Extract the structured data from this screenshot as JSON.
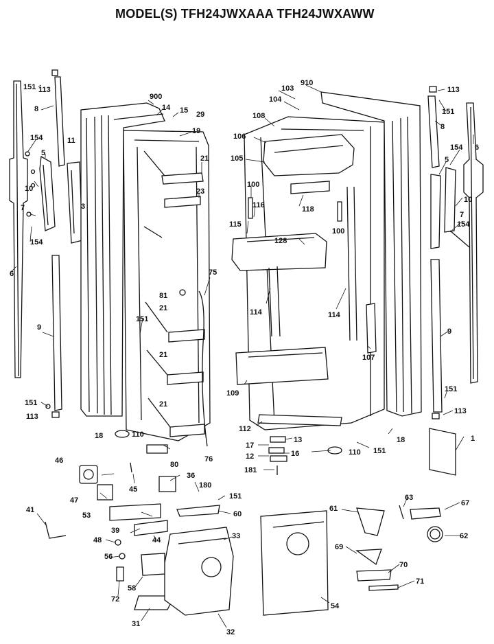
{
  "title": "MODEL(S) TFH24JWXAAA  TFH24JWXAWW",
  "callouts": [
    "151",
    "113",
    "8",
    "154",
    "5",
    "11",
    "10",
    "3",
    "7",
    "154",
    "6",
    "9",
    "151",
    "113",
    "900",
    "14",
    "15",
    "29",
    "19",
    "21",
    "23",
    "81",
    "21",
    "151",
    "75",
    "21",
    "21",
    "18",
    "110",
    "80",
    "76",
    "910",
    "103",
    "104",
    "108",
    "106",
    "105",
    "100",
    "116",
    "118",
    "100",
    "115",
    "128",
    "114",
    "114",
    "107",
    "109",
    "112",
    "18",
    "110",
    "151",
    "113",
    "151",
    "8",
    "6",
    "154",
    "5",
    "10",
    "7",
    "154",
    "9",
    "151",
    "113",
    "13",
    "17",
    "16",
    "12",
    "181",
    "1",
    "46",
    "45",
    "36",
    "180",
    "47",
    "151",
    "53",
    "60",
    "41",
    "39",
    "44",
    "33",
    "48",
    "56",
    "58",
    "72",
    "31",
    "32",
    "61",
    "63",
    "67",
    "62",
    "69",
    "70",
    "71",
    "54"
  ]
}
